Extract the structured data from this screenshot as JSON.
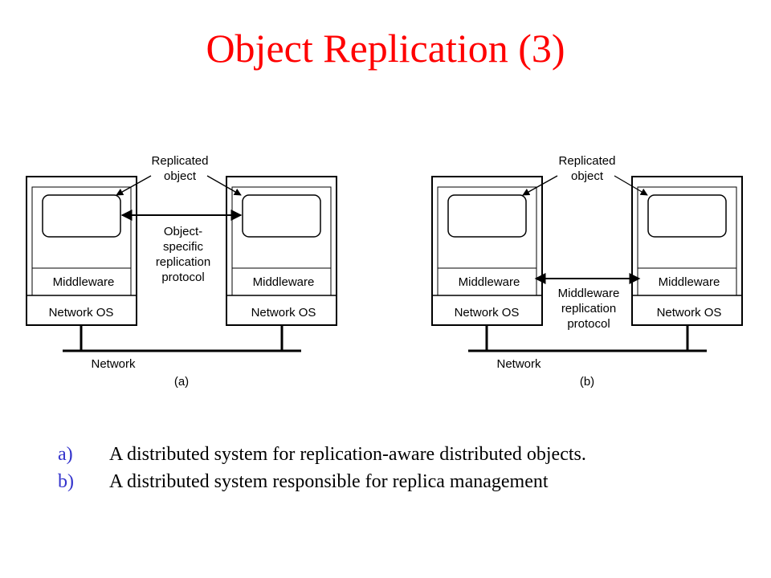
{
  "title": "Object Replication (3)",
  "diagrams": [
    {
      "replicated_object_label": [
        "Replicated",
        "object"
      ],
      "middleware_left": "Middleware",
      "middleware_right": "Middleware",
      "network_os_left": "Network OS",
      "network_os_right": "Network OS",
      "protocol_label": [
        "Object-",
        "specific",
        "replication",
        "protocol"
      ],
      "network_label": "Network",
      "sub_label": "(a)"
    },
    {
      "replicated_object_label": [
        "Replicated",
        "object"
      ],
      "middleware_left": "Middleware",
      "middleware_right": "Middleware",
      "network_os_left": "Network OS",
      "network_os_right": "Network OS",
      "protocol_label": [
        "Middleware",
        "replication",
        "protocol"
      ],
      "network_label": "Network",
      "sub_label": "(b)"
    }
  ],
  "captions": [
    {
      "marker": "a)",
      "text": "A distributed system for replication-aware distributed objects."
    },
    {
      "marker": "b)",
      "text": "A distributed system responsible for replica management"
    }
  ],
  "colors": {
    "title": "#ff0000",
    "markers": "#3333cc",
    "text": "#000000"
  }
}
